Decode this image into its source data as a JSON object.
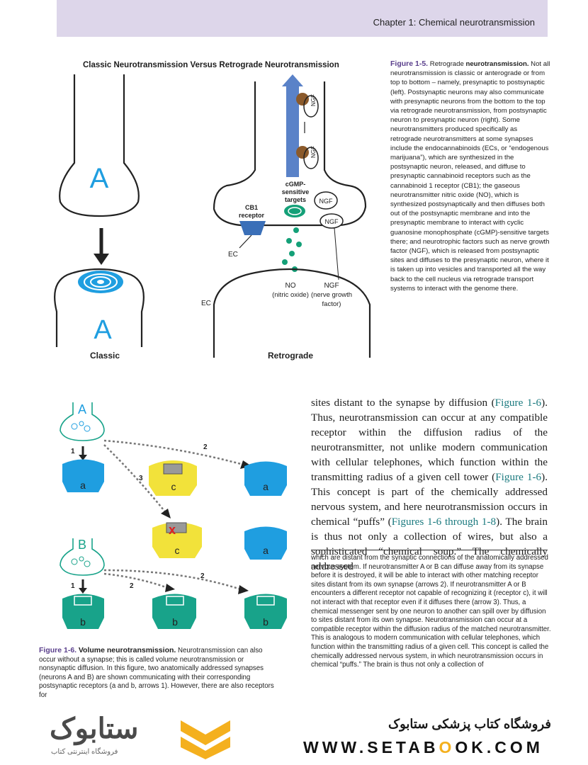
{
  "header": {
    "title": "Chapter 1: Chemical neurotransmission"
  },
  "figure_1_5": {
    "title": "Classic Neurotransmission Versus Retrograde Neurotransmission",
    "labels": {
      "a_top": "A",
      "a_bottom": "A",
      "classic": "Classic",
      "retrograde": "Retrograde",
      "cb1": "CB1",
      "receptor": "receptor",
      "ec1": "EC",
      "ec2": "EC",
      "cgmp1": "cGMP-",
      "cgmp2": "sensitive",
      "cgmp3": "targets",
      "ngf1": "NGF",
      "ngf2": "NGF",
      "ngf3": "NGF",
      "ngf4": "NGF",
      "ngf5": "NGF",
      "no": "NO",
      "nitric": "(nitric oxide)",
      "nerve1": "(nerve growth",
      "nerve2": "factor)"
    },
    "caption_label": "Figure 1-5.",
    "caption_title_a": "Retrograde",
    "caption_title_b": "neurotransmission.",
    "caption_body": "Not all neurotransmission is classic or anterograde or from top to bottom – namely, presynaptic to postsynaptic (left). Postsynaptic neurons may also communicate with presynaptic neurons from the bottom to the top via retrograde neurotransmission, from postsynaptic neuron to presynaptic neuron (right). Some neurotransmitters produced specifically as retrograde neurotransmitters at some synapses include the endocannabinoids (ECs, or “endogenous marijuana”), which are synthesized in the postsynaptic neuron, released, and diffuse to presynaptic cannabinoid receptors such as the cannabinoid 1 receptor (CB1); the gaseous neurotransmitter nitric oxide (NO), which is synthesized postsynaptically and then diffuses both out of the postsynaptic membrane and into the presynaptic membrane to interact with cyclic guanosine monophosphate (cGMP)-sensitive targets there; and neurotrophic factors such as nerve growth factor (NGF), which is released from postsynaptic sites and diffuses to the presynaptic neuron, where it is taken up into vesicles and transported all the way back to the cell nucleus via retrograde transport systems to interact with the genome there."
  },
  "body_text": {
    "p1": "sites distant to the synapse by diffusion (",
    "r1": "Figure 1-6",
    "p2": "). Thus, neurotransmission can occur at any compatible receptor within the diffusion radius of the neurotransmitter, not unlike modern communication with cellular telephones, which function within the transmitting radius of a given cell tower (",
    "r2": "Figure 1-6",
    "p3": "). This concept is part of the chemically addressed nervous system, and here neurotransmission occurs in chemical “puffs” (",
    "r3": "Figures 1-6 through 1-8",
    "p4": "). The brain is thus not only a collection of wires, but also a sophisticated “chemical soup.” The chemically addressed"
  },
  "continuation": "which are distant from the synaptic connections of the anatomically addressed nervous system. If neurotransmitter A or B can diffuse away from its synapse before it is destroyed, it will be able to interact with other matching receptor sites distant from its own synapse (arrows 2). If neurotransmitter A or B encounters a different receptor not capable of recognizing it (receptor c), it will not interact with that receptor even if it diffuses there (arrow 3). Thus, a chemical messenger sent by one neuron to another can spill over by diffusion to sites distant from its own synapse. Neurotransmission can occur at a compatible receptor within the diffusion radius of the matched neurotransmitter. This is analogous to modern communication with cellular telephones, which function within the transmitting radius of a given cell. This concept is called the chemically addressed nervous system, in which neurotransmission occurs in chemical “puffs.” The brain is thus not only a collection of",
  "figure_1_6": {
    "labels": {
      "A": "A",
      "B": "B",
      "a1": "a",
      "a2": "a",
      "a3": "a",
      "c1": "c",
      "c2": "c",
      "b1": "b",
      "b2": "b",
      "b3": "b",
      "n1a": "1",
      "n2a": "2",
      "n3": "3",
      "n1b": "1",
      "n2b": "2",
      "n2c": "2"
    },
    "caption_label": "Figure 1-6.",
    "caption_title": "Volume neurotransmission.",
    "caption_body": "Neurotransmission can also occur without a synapse; this is called volume neurotransmission or nonsynaptic diffusion. In this figure, two anatomically addressed synapses (neurons A and B) are shown communicating with their corresponding postsynaptic receptors (a and b, arrows 1). However, there are also receptors for"
  },
  "footer": {
    "logo": "ستابوک",
    "logo_sub": "فروشگاه اینترنتی کتاب",
    "shop_name": "فروشگاه کتاب پزشکی ستابوک",
    "url_a": "WWW.SETAB",
    "url_o": "O",
    "url_b": "OK.COM"
  },
  "colors": {
    "header_band": "#ddd6ea",
    "accent": "#5a3f8c",
    "ref": "#1b7a7f",
    "blue_receptor": "#1f9ee0",
    "yellow_receptor": "#f2e23a",
    "green_receptor": "#18a38a"
  }
}
